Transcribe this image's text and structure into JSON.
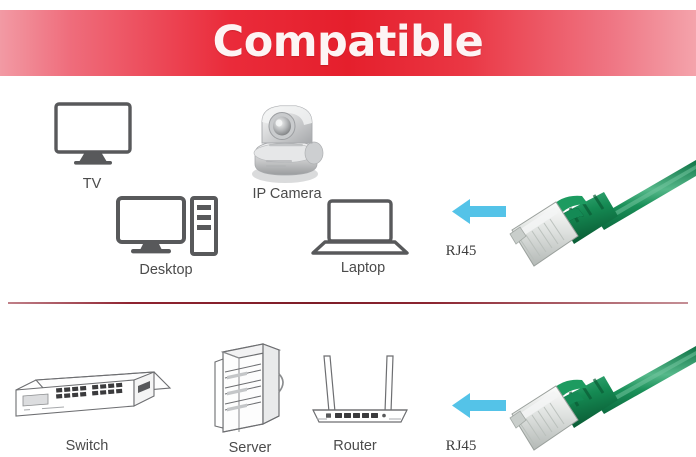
{
  "banner": {
    "title": "Compatible",
    "background_start": "#f29aa4",
    "background_mid": "#e51f2c",
    "text_color": "#fdf4f4"
  },
  "divider": {
    "color": "#8f2330"
  },
  "colors": {
    "icon_line": "#58595b",
    "icon_line_thin": "#6d6e71",
    "arrow": "#54c3e8",
    "cable_green": "#17864f",
    "cable_green_light": "#3da878",
    "connector_gray": "#d8dbd9",
    "label_text": "#4b4b4b"
  },
  "rows": [
    {
      "name": "top-row",
      "devices": [
        {
          "id": "tv",
          "label": "TV",
          "icon": "tv-icon"
        },
        {
          "id": "ip-camera",
          "label": "IP Camera",
          "icon": "ip-camera-icon"
        },
        {
          "id": "desktop",
          "label": "Desktop",
          "icon": "desktop-computer-icon"
        },
        {
          "id": "laptop",
          "label": "Laptop",
          "icon": "laptop-icon"
        }
      ],
      "arrow": {
        "id": "arrow-top",
        "direction": "left",
        "icon": "arrow-left-icon"
      },
      "connector": {
        "id": "rj45-top",
        "label": "RJ45",
        "icon": "rj45-connector-icon"
      }
    },
    {
      "name": "bottom-row",
      "devices": [
        {
          "id": "switch",
          "label": "Switch",
          "icon": "network-switch-icon"
        },
        {
          "id": "server",
          "label": "Server",
          "icon": "server-rack-icon"
        },
        {
          "id": "router",
          "label": "Router",
          "icon": "router-icon"
        }
      ],
      "arrow": {
        "id": "arrow-bottom",
        "direction": "left",
        "icon": "arrow-left-icon"
      },
      "connector": {
        "id": "rj45-bottom",
        "label": "RJ45",
        "icon": "rj45-connector-icon"
      }
    }
  ]
}
